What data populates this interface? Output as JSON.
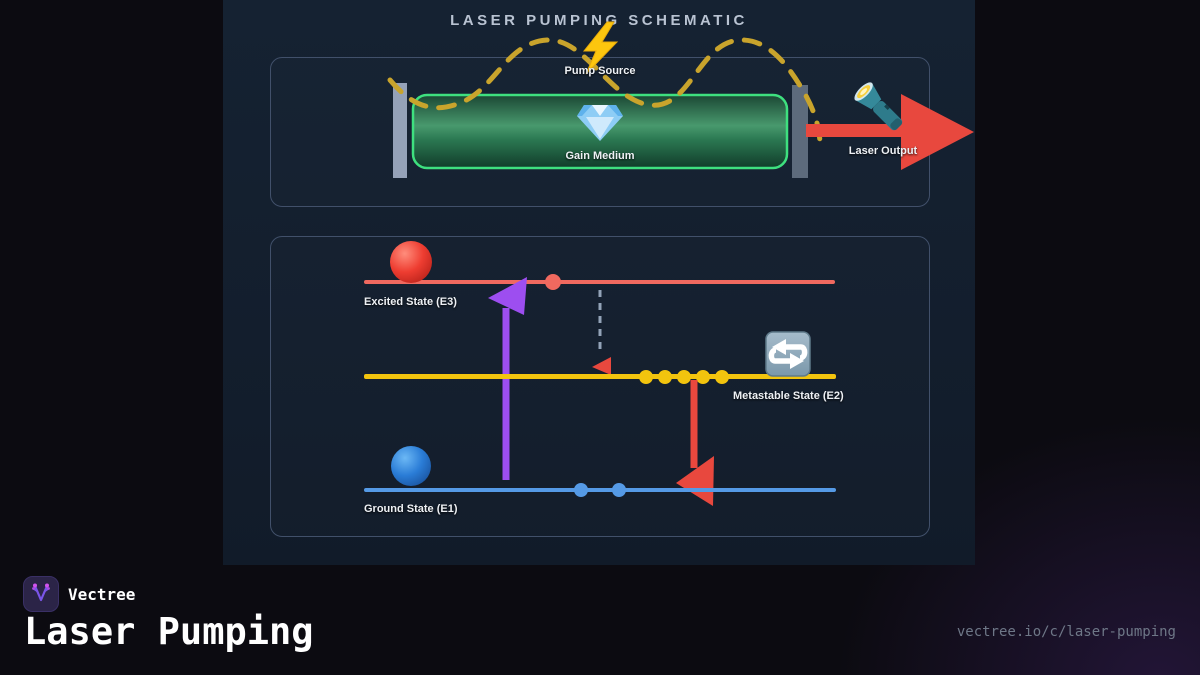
{
  "header": {
    "title": "LASER PUMPING SCHEMATIC"
  },
  "cavity": {
    "pump_source_label": "Pump Source",
    "gain_medium_label": "Gain Medium",
    "laser_output_label": "Laser Output"
  },
  "levels": {
    "excited_label": "Excited State (E3)",
    "metastable_label": "Metastable State (E2)",
    "ground_label": "Ground State (E1)"
  },
  "footer": {
    "brand": "Vectree",
    "title": "Laser Pumping",
    "url": "vectree.io/c/laser-pumping"
  },
  "icons": {
    "pump": "lightning-icon",
    "gain": "diamond-icon",
    "output": "flashlight-icon",
    "excited": "red-ball-icon",
    "metastable": "repeat-icon",
    "ground": "blue-ball-icon",
    "brand": "vectree-logo-icon"
  },
  "colors": {
    "excited_line": "#f0695f",
    "metastable_line": "#f2c40e",
    "ground_line": "#559ae6",
    "pump_arrow": "#9d4ef0",
    "laser_red": "#e8483e",
    "pump_wave": "#c9a42c",
    "gain_border": "#3ee07f",
    "panel_bg": "#131e2d"
  }
}
